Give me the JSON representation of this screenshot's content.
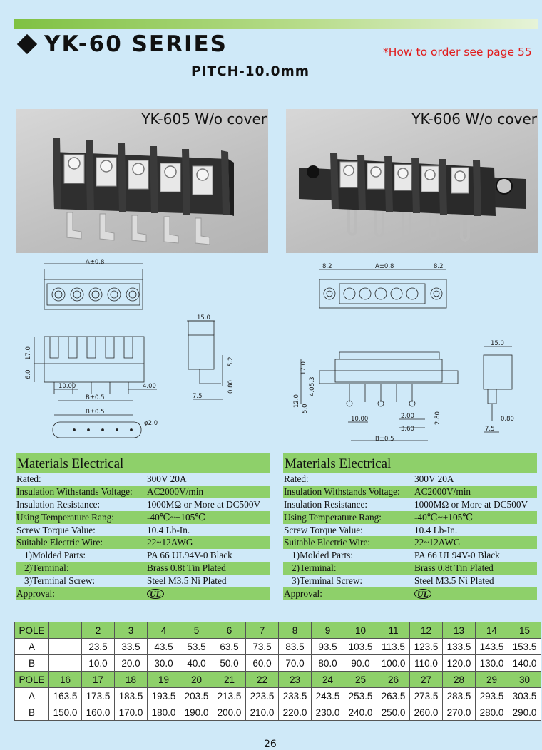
{
  "header": {
    "title": "YK-60 SERIES",
    "order_note": "*How to order see page 55",
    "pitch": "PITCH-10.0mm"
  },
  "photos": [
    {
      "caption": "YK-605 W/o cover"
    },
    {
      "caption": "YK-606 W/o cover"
    }
  ],
  "drawings": {
    "left": {
      "a": "A±0.8",
      "b1": "B±0.5",
      "b2": "B±0.5",
      "d": "10.00",
      "e": "4.00",
      "h": "17.0",
      "f": "6.0",
      "w": "15.0",
      "s1": "5.2",
      "s2": "0.80",
      "s3": "7.5",
      "hole": "φ2.0"
    },
    "right": {
      "a": "A±0.8",
      "m1": "8.2",
      "m2": "8.2",
      "h1": "17.0",
      "h2": "5.3",
      "h3": "4.0",
      "h4": "12.0",
      "h5": "5.0",
      "d1": "10.00",
      "p1": "2.00",
      "p2": "3.60",
      "p3": "2.80",
      "b": "B±0.5",
      "w": "15.0",
      "s1": "0.80",
      "s2": "7.5"
    }
  },
  "materials": [
    {
      "heading": "Materials Electrical",
      "rows": [
        {
          "label": "Rated:",
          "value": "300V  20A"
        },
        {
          "label": "Insulation Withstands Voltage:",
          "value": "AC2000V/min"
        },
        {
          "label": "Insulation Resistance:",
          "value": "1000MΩ  or More at DC500V"
        },
        {
          "label": "Using Temperature Rang:",
          "value": "-40℃~+105℃"
        },
        {
          "label": "Screw Torque Value:",
          "value": "10.4 Lb-In."
        },
        {
          "label": "Suitable Electric Wire:",
          "value": "22~12AWG"
        },
        {
          "label": "1)Molded Parts:",
          "value": "PA 66 UL94V-0 Black"
        },
        {
          "label": "2)Terminal:",
          "value": "Brass 0.8t Tin Plated"
        },
        {
          "label": "3)Terminal Screw:",
          "value": "Steel M3.5 Ni Plated"
        },
        {
          "label": "Approval:",
          "value": "UL"
        }
      ]
    },
    {
      "heading": "Materials Electrical",
      "rows": [
        {
          "label": "Rated:",
          "value": "300V  20A"
        },
        {
          "label": "Insulation Withstands Voltage:",
          "value": "AC2000V/min"
        },
        {
          "label": "Insulation Resistance:",
          "value": "1000MΩ  or More at DC500V"
        },
        {
          "label": "Using Temperature Rang:",
          "value": "-40℃~+105℃"
        },
        {
          "label": "Screw Torque Value:",
          "value": "10.4 Lb-In."
        },
        {
          "label": "Suitable Electric Wire:",
          "value": "22~12AWG"
        },
        {
          "label": "1)Molded Parts:",
          "value": "PA 66 UL94V-0 Black"
        },
        {
          "label": "2)Terminal:",
          "value": "Brass 0.8t Tin Plated"
        },
        {
          "label": "3)Terminal Screw:",
          "value": "Steel M3.5 Ni Plated"
        },
        {
          "label": "Approval:",
          "value": "UL"
        }
      ]
    }
  ],
  "pole_table": {
    "rows": [
      [
        "POLE",
        "",
        "2",
        "3",
        "4",
        "5",
        "6",
        "7",
        "8",
        "9",
        "10",
        "11",
        "12",
        "13",
        "14",
        "15"
      ],
      [
        "A",
        "",
        "23.5",
        "33.5",
        "43.5",
        "53.5",
        "63.5",
        "73.5",
        "83.5",
        "93.5",
        "103.5",
        "113.5",
        "123.5",
        "133.5",
        "143.5",
        "153.5"
      ],
      [
        "B",
        "",
        "10.0",
        "20.0",
        "30.0",
        "40.0",
        "50.0",
        "60.0",
        "70.0",
        "80.0",
        "90.0",
        "100.0",
        "110.0",
        "120.0",
        "130.0",
        "140.0"
      ],
      [
        "POLE",
        "16",
        "17",
        "18",
        "19",
        "20",
        "21",
        "22",
        "23",
        "24",
        "25",
        "26",
        "27",
        "28",
        "29",
        "30"
      ],
      [
        "A",
        "163.5",
        "173.5",
        "183.5",
        "193.5",
        "203.5",
        "213.5",
        "223.5",
        "233.5",
        "243.5",
        "253.5",
        "263.5",
        "273.5",
        "283.5",
        "293.5",
        "303.5"
      ],
      [
        "B",
        "150.0",
        "160.0",
        "170.0",
        "180.0",
        "190.0",
        "200.0",
        "210.0",
        "220.0",
        "230.0",
        "240.0",
        "250.0",
        "260.0",
        "270.0",
        "280.0",
        "290.0"
      ]
    ]
  },
  "page_number": "26",
  "colors": {
    "background": "#cfe9f8",
    "green": "#8ed06a",
    "order_red": "#e11b1b"
  }
}
